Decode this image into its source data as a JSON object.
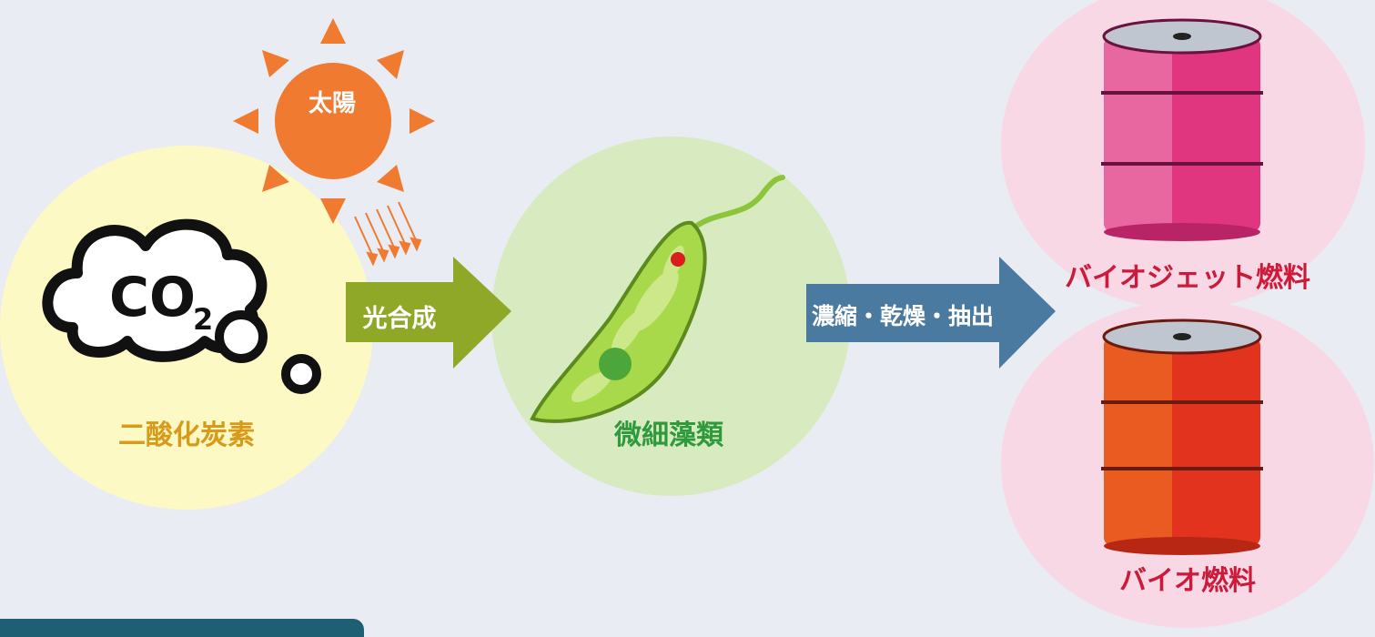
{
  "sun": {
    "label": "太陽"
  },
  "co2": {
    "glyph": "CO",
    "subscript": "2",
    "label": "二酸化炭素"
  },
  "arrow1": {
    "label": "光合成"
  },
  "algae": {
    "label": "微細藻類"
  },
  "arrow2": {
    "label": "濃縮・乾燥・抽出"
  },
  "jet_fuel": {
    "label": "バイオジェット燃料"
  },
  "bio_fuel": {
    "label": "バイオ燃料"
  },
  "colors": {
    "background": "#e9ecf2",
    "co2_circle": "#fdf9c4",
    "algae_circle": "#d8eac0",
    "fuel_circle": "#f9d8e6",
    "sun": "#ef7a30",
    "arrow_green": "#8fa828",
    "arrow_blue": "#4a7aa0",
    "barrel_pink": "#e0357f",
    "barrel_red": "#e2331f",
    "label_co2": "#d99a1c",
    "label_algae": "#2e9a3c",
    "label_fuel": "#cc1a3a"
  }
}
